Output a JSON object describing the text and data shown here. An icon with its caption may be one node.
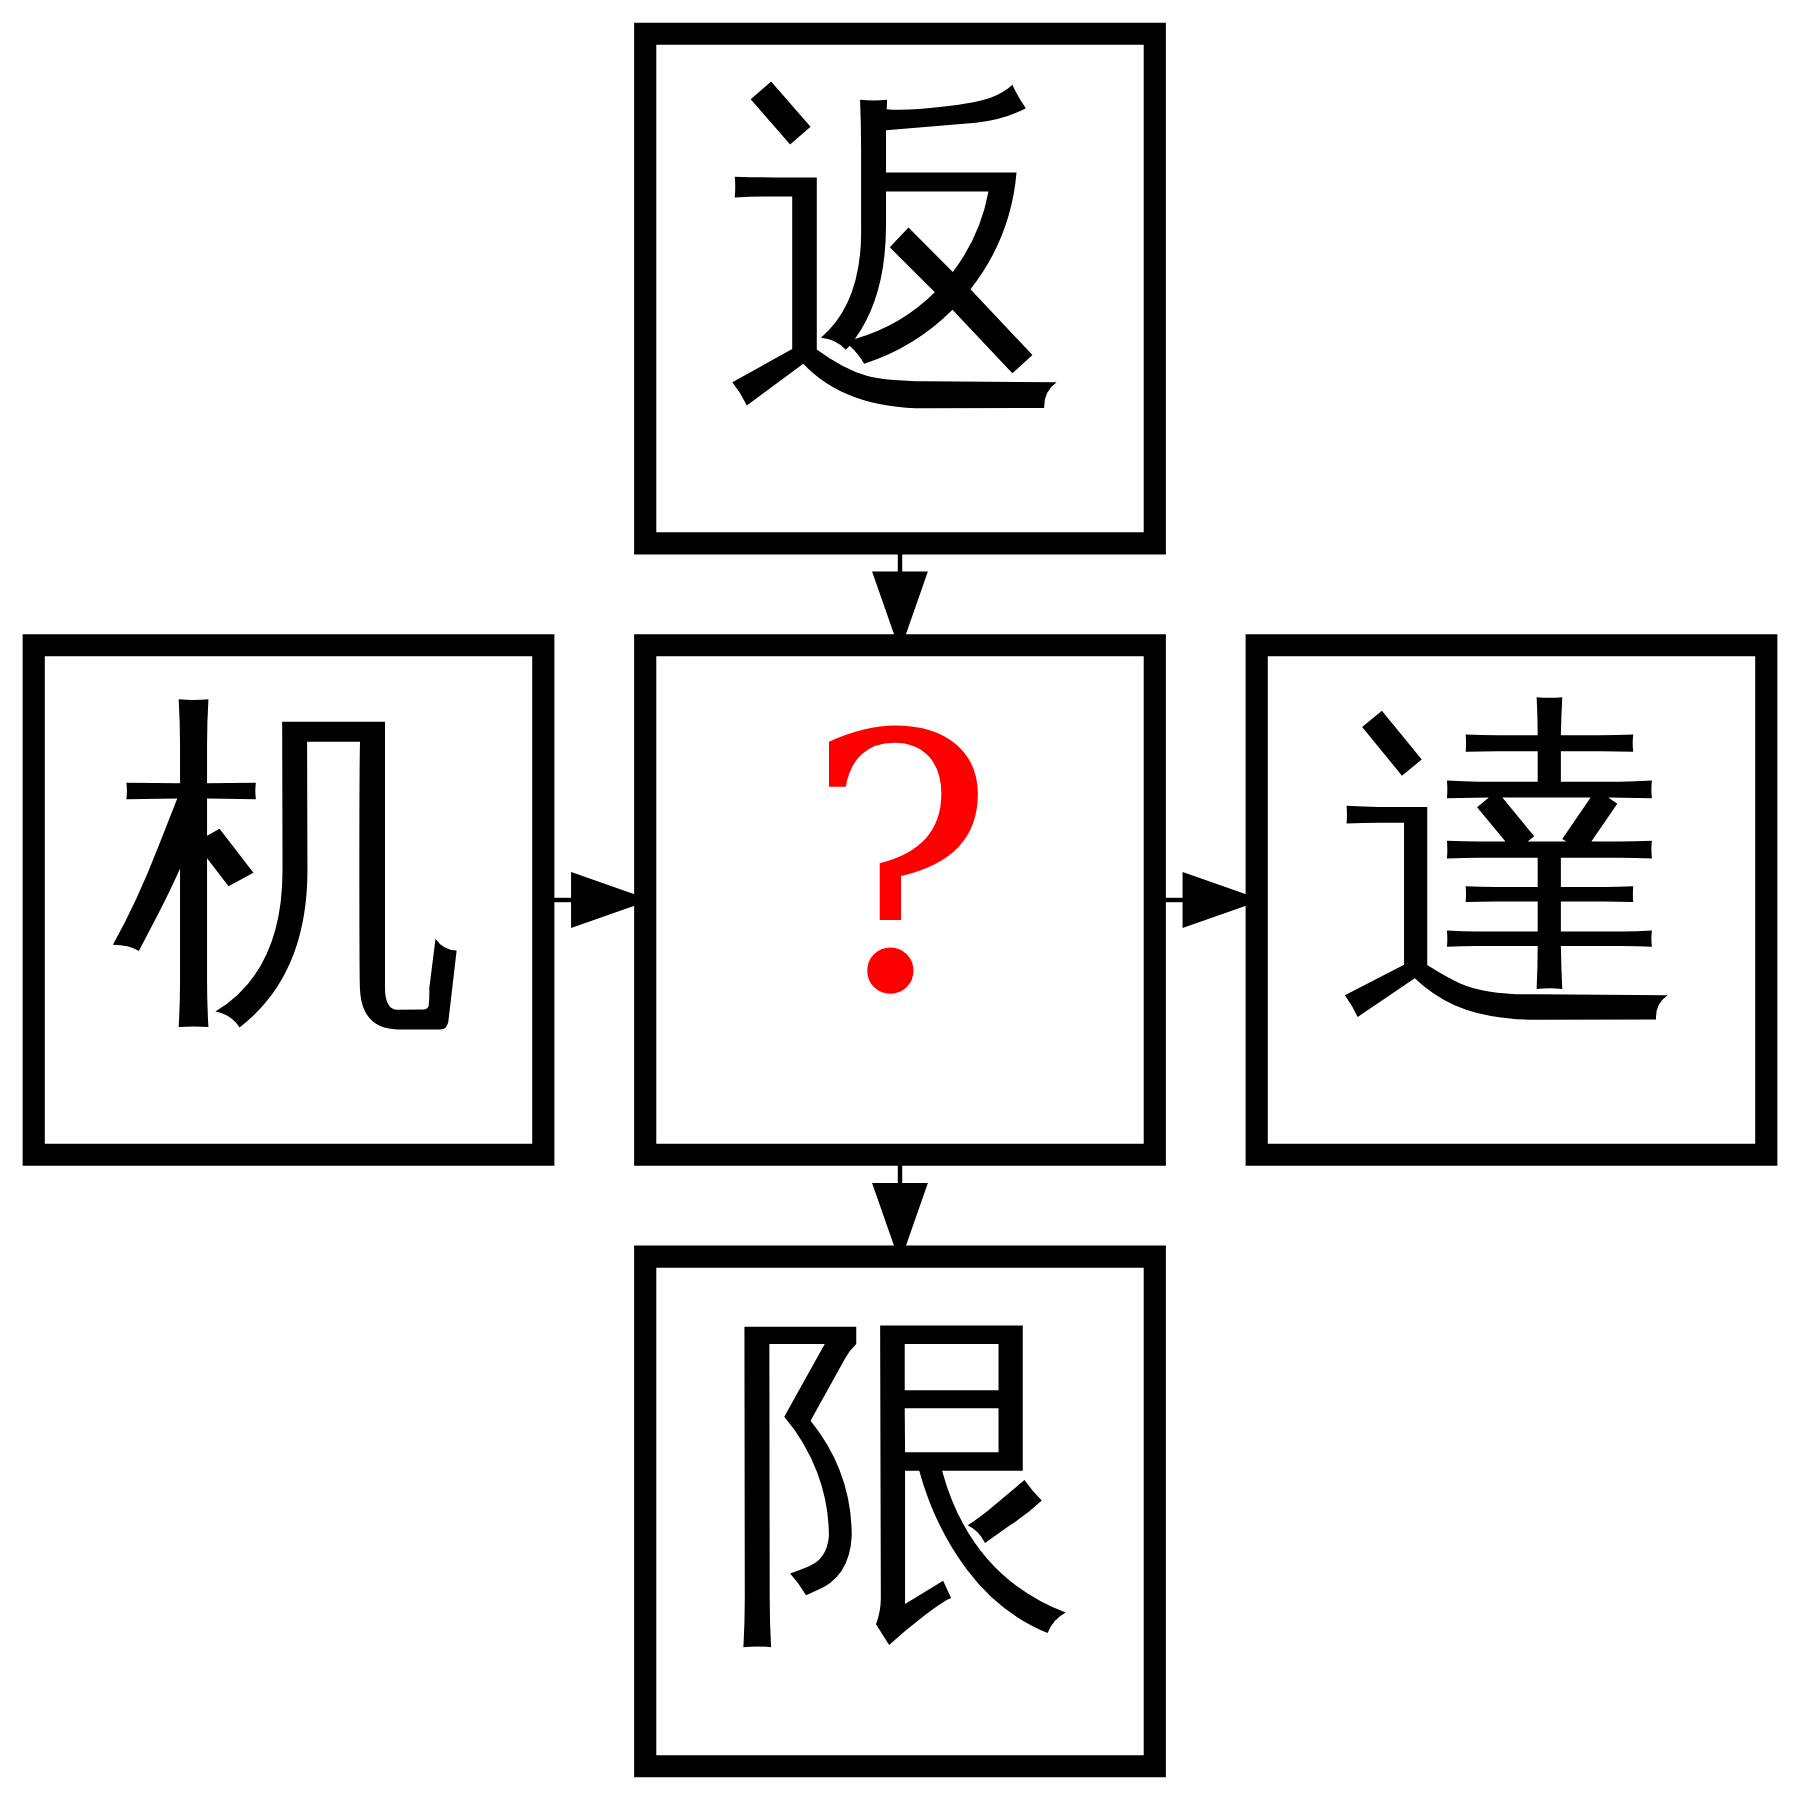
{
  "diagram": {
    "nodes": [
      {
        "text": [
          "返"
        ]
      },
      {
        "text": [
          "机"
        ]
      },
      {
        "text": [
          "?"
        ]
      },
      {
        "text": [
          "達"
        ]
      },
      {
        "text": [
          "限"
        ]
      }
    ],
    "edges": [
      {
        "from": 0,
        "to": 2,
        "arrow": "to"
      },
      {
        "from": 1,
        "to": 2,
        "arrow": "to"
      },
      {
        "from": 2,
        "to": 3,
        "arrow": "to"
      },
      {
        "from": 2,
        "to": 4,
        "arrow": "to"
      }
    ]
  }
}
